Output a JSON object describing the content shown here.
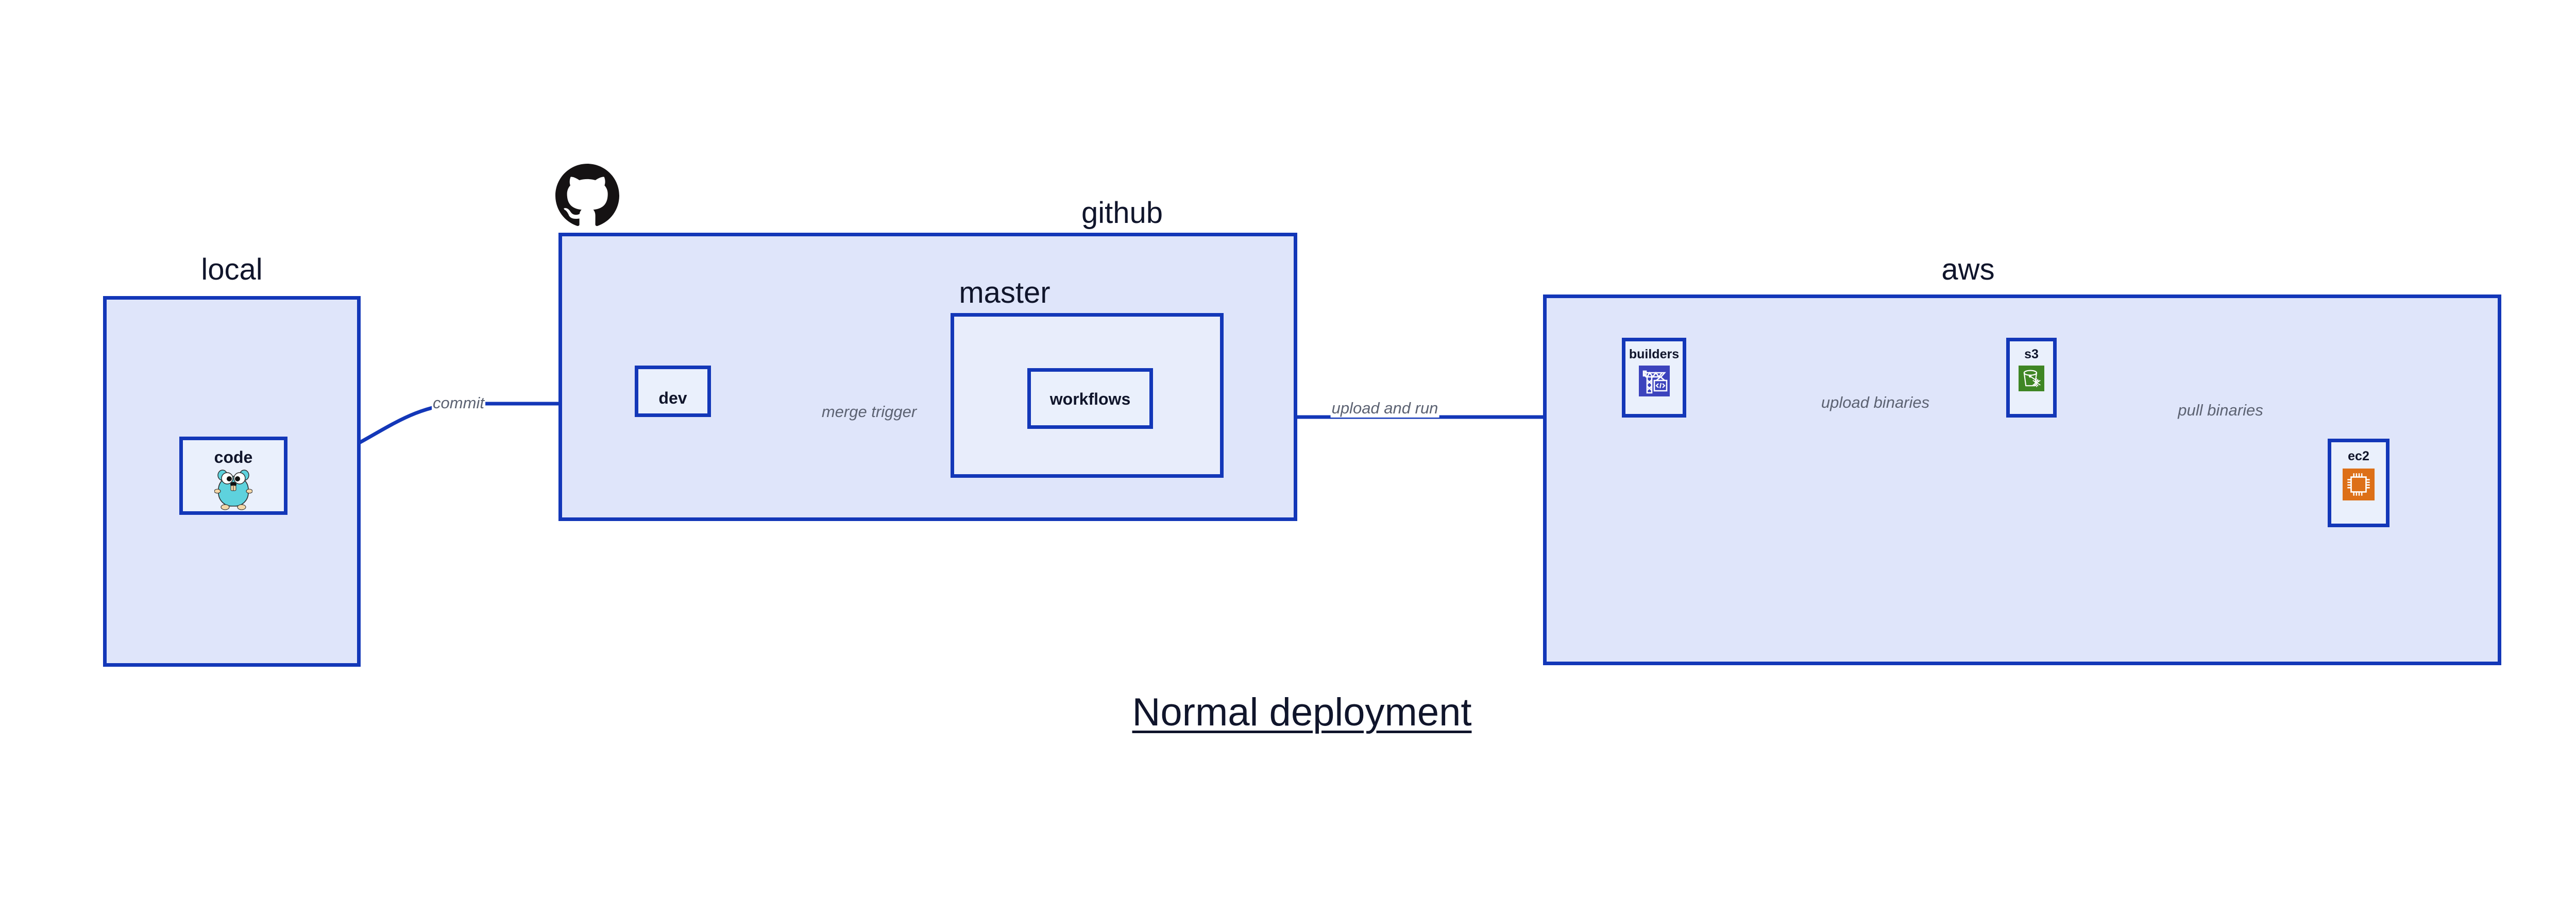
{
  "diagram": {
    "title": "Normal deployment",
    "background_color": "#ffffff",
    "accent_color": "#1337b8",
    "group_fill": "#dfe5fa",
    "group_inner_fill": "#e8edfb",
    "leaf_fill": "#eaf0fc",
    "label_color": "#10152b",
    "edge_label_color": "#5c6272"
  },
  "groups": [
    {
      "id": "local",
      "label": "local"
    },
    {
      "id": "github",
      "label": "github"
    },
    {
      "id": "master",
      "label": "master"
    },
    {
      "id": "aws",
      "label": "aws"
    }
  ],
  "nodes": [
    {
      "id": "code",
      "label": "code",
      "icon": "go-gopher-icon",
      "icon_color": "#5ed2dd"
    },
    {
      "id": "dev",
      "label": "dev",
      "icon": null,
      "icon_color": null
    },
    {
      "id": "workflows",
      "label": "workflows",
      "icon": null,
      "icon_color": null
    },
    {
      "id": "builders",
      "label": "builders",
      "icon": "aws-codebuild-crane-icon",
      "icon_color": "#3c43bd"
    },
    {
      "id": "s3",
      "label": "s3",
      "icon": "aws-s3-glacier-bucket-icon",
      "icon_color": "#3f8624"
    },
    {
      "id": "ec2",
      "label": "ec2",
      "icon": "aws-ec2-chip-icon",
      "icon_color": "#dd7018"
    }
  ],
  "edges": [
    {
      "id": "code-to-dev",
      "from": "code",
      "to": "dev",
      "label": "commit"
    },
    {
      "id": "dev-to-workflows",
      "from": "dev",
      "to": "workflows",
      "label": "merge trigger"
    },
    {
      "id": "workflows-to-builders",
      "from": "workflows",
      "to": "builders",
      "label": "upload and run"
    },
    {
      "id": "builders-to-s3",
      "from": "builders",
      "to": "s3",
      "label": "upload binaries"
    },
    {
      "id": "s3-to-ec2",
      "from": "s3",
      "to": "ec2",
      "label": "pull binaries"
    }
  ],
  "logos": [
    {
      "id": "github-octocat",
      "name": "github-octocat-logo",
      "color": "#151213"
    }
  ]
}
